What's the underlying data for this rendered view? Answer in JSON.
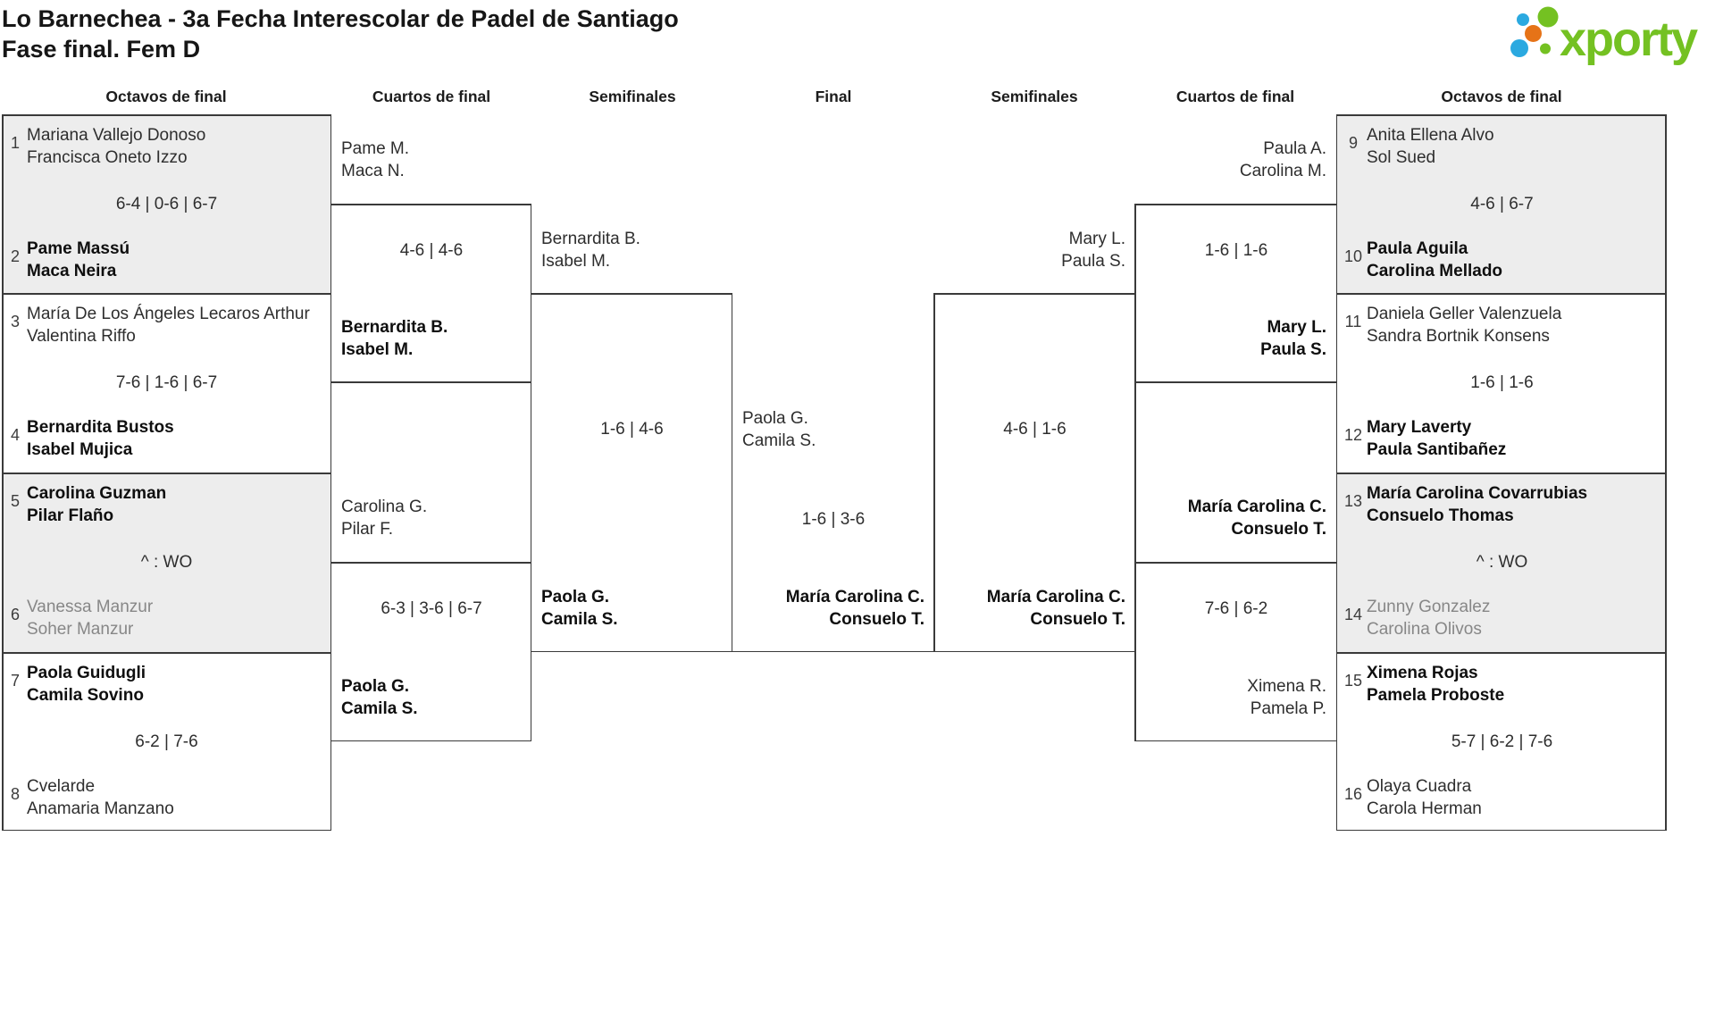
{
  "title": {
    "line1": "Lo Barnechea - 3a Fecha Interescolar de Padel de Santiago",
    "line2": "Fase final. Fem D"
  },
  "logo": {
    "brand": "xporty",
    "green": "#74c122",
    "blue": "#2ba9e0",
    "orange": "#e67317"
  },
  "colors": {
    "line": "#3a3a3a",
    "shaded_match_bg": "#ededed",
    "winner_text": "#0f0f0f",
    "normal_text": "#2e2e2e",
    "walkover_loser_text": "#878787"
  },
  "round_headers": {
    "left_octavos": "Octavos de final",
    "left_cuartos": "Cuartos de final",
    "left_semis": "Semifinales",
    "final": "Final",
    "right_semis": "Semifinales",
    "right_cuartos": "Cuartos de final",
    "right_octavos": "Octavos de final"
  },
  "octavos_left": [
    {
      "seed_top": "1",
      "team_top": [
        "Mariana Vallejo Donoso",
        "Francisca Oneto Izzo"
      ],
      "score": "6-4 | 0-6 | 6-7",
      "seed_bottom": "2",
      "team_bottom": [
        "Pame Massú",
        "Maca Neira"
      ],
      "winner": "bottom"
    },
    {
      "seed_top": "3",
      "team_top": [
        "María De Los Ángeles Lecaros Arthur",
        "Valentina Riffo"
      ],
      "score": "7-6 | 1-6 | 6-7",
      "seed_bottom": "4",
      "team_bottom": [
        "Bernardita Bustos",
        "Isabel Mujica"
      ],
      "winner": "bottom"
    },
    {
      "seed_top": "5",
      "team_top": [
        "Carolina Guzman",
        "Pilar Flaño"
      ],
      "score": "^ : WO",
      "seed_bottom": "6",
      "team_bottom": [
        "Vanessa Manzur",
        "Soher Manzur"
      ],
      "winner": "top"
    },
    {
      "seed_top": "7",
      "team_top": [
        "Paola Guidugli",
        "Camila Sovino"
      ],
      "score": "6-2 | 7-6",
      "seed_bottom": "8",
      "team_bottom": [
        "Cvelarde",
        "Anamaria Manzano"
      ],
      "winner": "top"
    }
  ],
  "octavos_right": [
    {
      "seed_top": "9",
      "team_top": [
        "Anita Ellena Alvo",
        "Sol Sued"
      ],
      "score": "4-6 | 6-7",
      "seed_bottom": "10",
      "team_bottom": [
        "Paula Aguila",
        "Carolina Mellado"
      ],
      "winner": "bottom"
    },
    {
      "seed_top": "11",
      "team_top": [
        "Daniela Geller Valenzuela",
        "Sandra Bortnik Konsens"
      ],
      "score": "1-6 | 1-6",
      "seed_bottom": "12",
      "team_bottom": [
        "Mary Laverty",
        "Paula Santibañez"
      ],
      "winner": "bottom"
    },
    {
      "seed_top": "13",
      "team_top": [
        "María Carolina Covarrubias",
        "Consuelo Thomas"
      ],
      "score": "^ : WO",
      "seed_bottom": "14",
      "team_bottom": [
        "Zunny Gonzalez",
        "Carolina Olivos"
      ],
      "winner": "top"
    },
    {
      "seed_top": "15",
      "team_top": [
        "Ximena Rojas",
        "Pamela Proboste"
      ],
      "score": "5-7 | 6-2 | 7-6",
      "seed_bottom": "16",
      "team_bottom": [
        "Olaya Cuadra",
        "Carola Herman"
      ],
      "winner": "top"
    }
  ],
  "cuartos_left": [
    {
      "team_top": [
        "Pame M.",
        "Maca N."
      ],
      "score": "4-6 | 4-6",
      "team_bottom": [
        "Bernardita B.",
        "Isabel M."
      ],
      "winner": "bottom"
    },
    {
      "team_top": [
        "Carolina G.",
        "Pilar F."
      ],
      "score": "6-3 | 3-6 | 6-7",
      "team_bottom": [
        "Paola G.",
        "Camila S."
      ],
      "winner": "bottom"
    }
  ],
  "cuartos_right": [
    {
      "team_top": [
        "Paula A.",
        "Carolina M."
      ],
      "score": "1-6 | 1-6",
      "team_bottom": [
        "Mary L.",
        "Paula S."
      ],
      "winner": "bottom"
    },
    {
      "team_top": [
        "María Carolina C.",
        "Consuelo T."
      ],
      "score": "7-6 | 6-2",
      "team_bottom": [
        "Ximena R.",
        "Pamela P."
      ],
      "winner": "top"
    }
  ],
  "semis_left": {
    "team_top": [
      "Bernardita B.",
      "Isabel M."
    ],
    "score": "1-6 | 4-6",
    "team_bottom": [
      "Paola G.",
      "Camila S."
    ],
    "winner": "bottom"
  },
  "semis_right": {
    "team_top": [
      "Mary L.",
      "Paula S."
    ],
    "score": "4-6 | 1-6",
    "team_bottom": [
      "María Carolina C.",
      "Consuelo T."
    ],
    "winner": "bottom"
  },
  "final": {
    "team_left": [
      "Paola G.",
      "Camila S."
    ],
    "score": "1-6 | 3-6",
    "team_right": [
      "María Carolina C.",
      "Consuelo T."
    ],
    "winner": "right"
  }
}
